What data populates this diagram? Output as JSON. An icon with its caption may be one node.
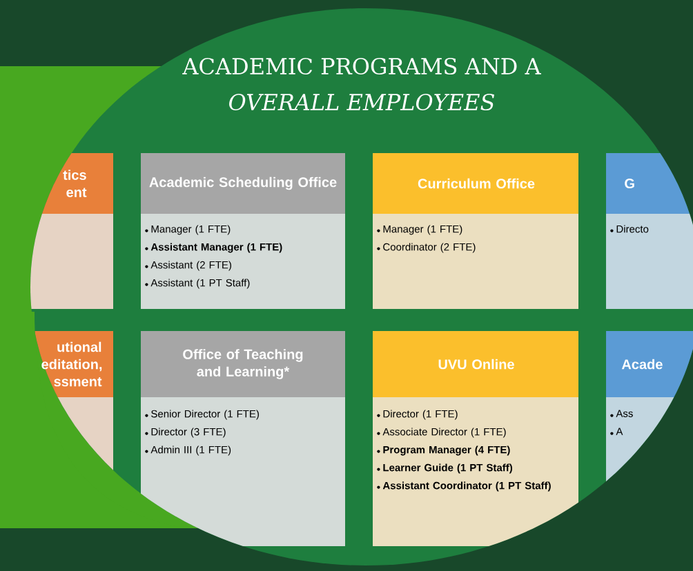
{
  "diagram": {
    "title": "ACADEMIC PROGRAMS AND A",
    "nodes": [
      {
        "text": [
          "tics ent"
        ]
      },
      {
        "text": [
          "Academic Scheduling Office",
          "Manager (1 FTE)",
          "**Assistant Manager (1 FTE)**",
          "Assistant (2 FTE)",
          "Assistant (1 PT Staff)"
        ]
      },
      {
        "text": [
          "Curriculum Office",
          "Manager (1 FTE)",
          "Coordinator (2 FTE)"
        ]
      },
      {
        "text": [
          "G",
          "Directo"
        ]
      },
      {
        "text": [
          "utional editation, ssment"
        ]
      },
      {
        "text": [
          "Office of Teaching and Learning*",
          "Senior Director (1 FTE)",
          "Director (3 FTE)",
          "Admin III (1 FTE)"
        ]
      },
      {
        "text": [
          "UVU Online",
          "Director (1 FTE)",
          "Associate Director (1 FTE)",
          "**Program Manager (4 FTE)**",
          "**Learner Guide (1 PT Staff)**",
          "**Assistant Coordinator (1 PT Staff)**"
        ]
      },
      {
        "text": [
          "Acade",
          "Ass",
          "A"
        ]
      }
    ],
    "labels": [
      "OVERALL EMPLOYEES"
    ]
  }
}
